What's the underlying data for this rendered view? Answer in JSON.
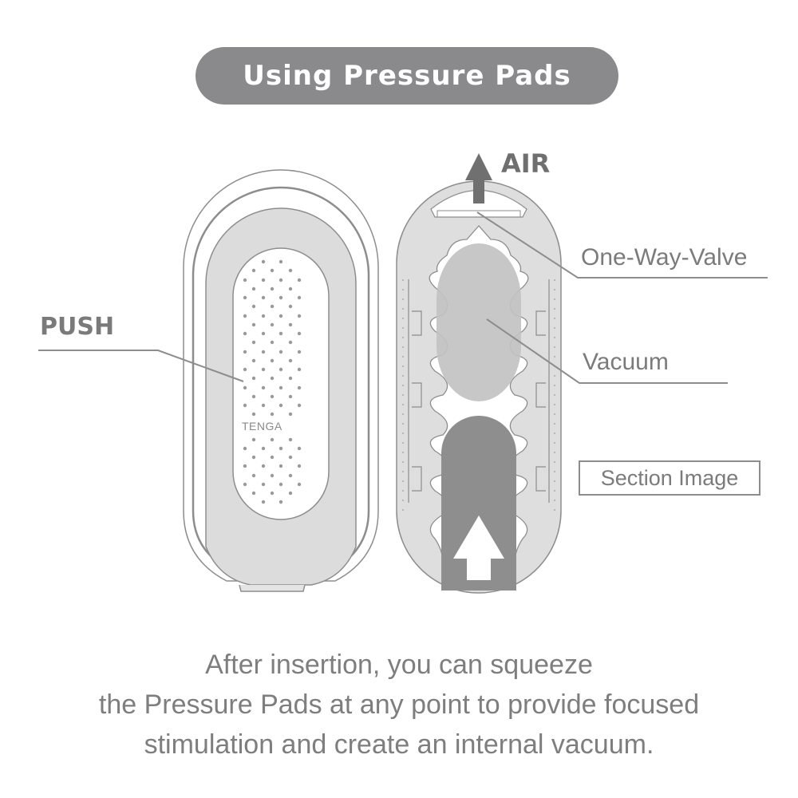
{
  "title": "Using Pressure Pads",
  "labels": {
    "push": "PUSH",
    "air": "AIR",
    "one_way_valve": "One-Way-Valve",
    "vacuum": "Vacuum",
    "section_image": "Section Image",
    "brand": "TENGA"
  },
  "caption": {
    "lines": [
      "After insertion, you can squeeze",
      "the Pressure Pads at any point to provide focused",
      "stimulation and create an internal vacuum."
    ]
  },
  "colors": {
    "title_pill": "#8a8a8c",
    "line": "#8d8d8d",
    "body_light": "#dcdcdc",
    "vacuum_fill": "#c2c2c2",
    "insert_fill": "#8e8e8e",
    "text": "#7e7e7e"
  },
  "icons": {
    "air_arrow": "up-arrow-icon",
    "insert_arrow": "up-arrow-icon"
  }
}
